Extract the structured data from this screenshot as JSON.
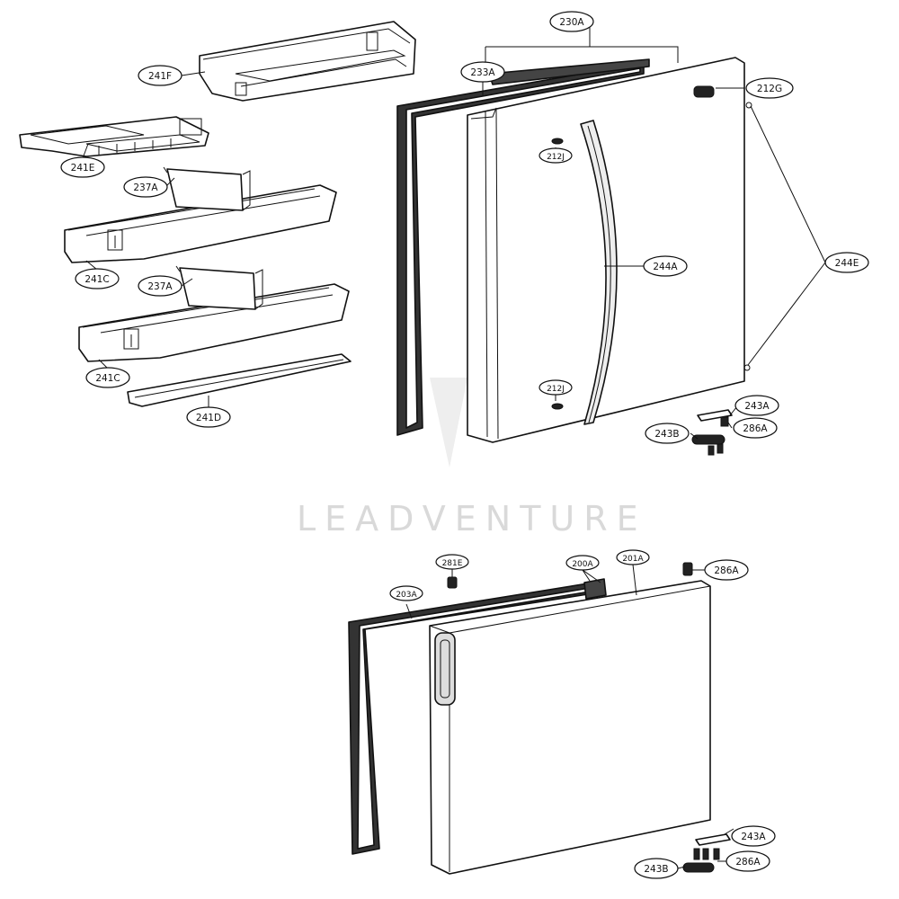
{
  "labels": {
    "241F": "241F",
    "241E": "241E",
    "237A_upper": "237A",
    "241C_upper": "241C",
    "237A_lower": "237A",
    "241C_lower": "241C",
    "241D": "241D",
    "230A": "230A",
    "233A": "233A",
    "212G": "212G",
    "212J_upper": "212J",
    "244A": "244A",
    "244E": "244E",
    "212J_lower": "212J",
    "243A_upper": "243A",
    "286A_upper": "286A",
    "243B_upper": "243B",
    "281E": "281E",
    "200A": "200A",
    "201A": "201A",
    "203A": "203A",
    "286A_lower_top": "286A",
    "243A_lower": "243A",
    "243B_lower": "243B",
    "286A_lower": "286A"
  },
  "watermark": "LEADVENTURE"
}
